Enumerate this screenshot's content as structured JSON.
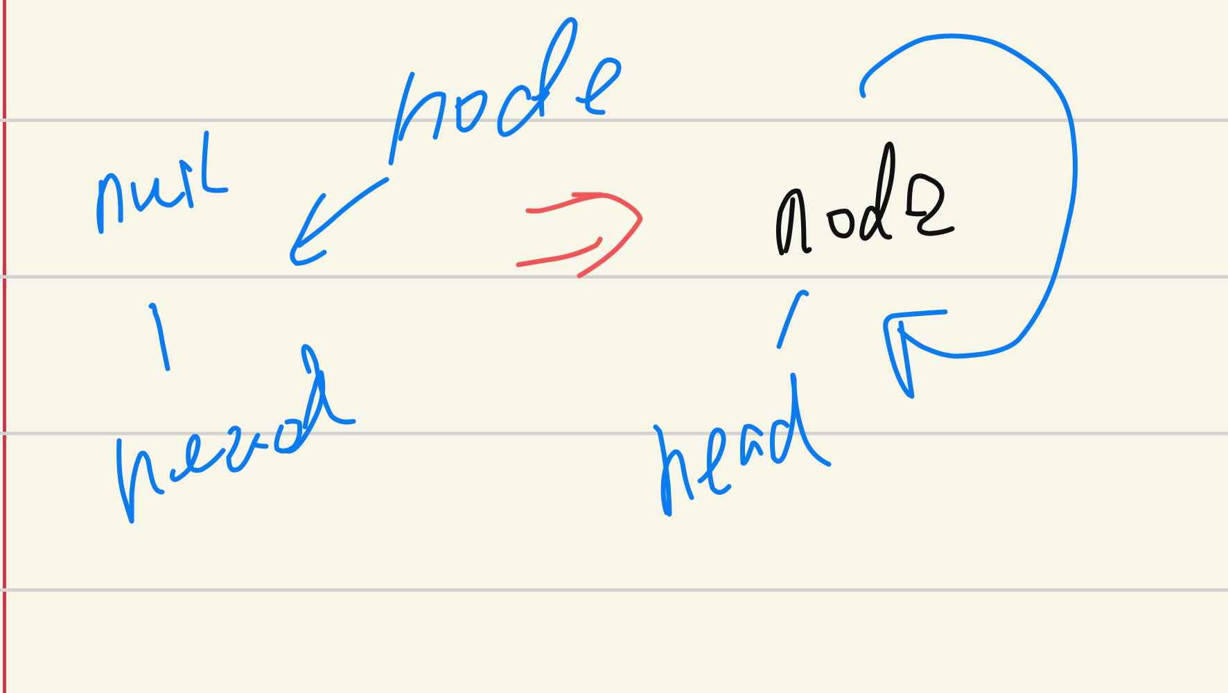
{
  "note": {
    "words": {
      "null": "null",
      "node_blue": "node",
      "node_black": "node",
      "never": "never",
      "head": "head"
    }
  },
  "colors": {
    "paper": "#f8f6e9",
    "rule": "#d3d3d1",
    "margin": "#d3324a",
    "ink_blue": "#0a7bf0",
    "ink_black": "#111111",
    "ink_red": "#ef5657"
  }
}
